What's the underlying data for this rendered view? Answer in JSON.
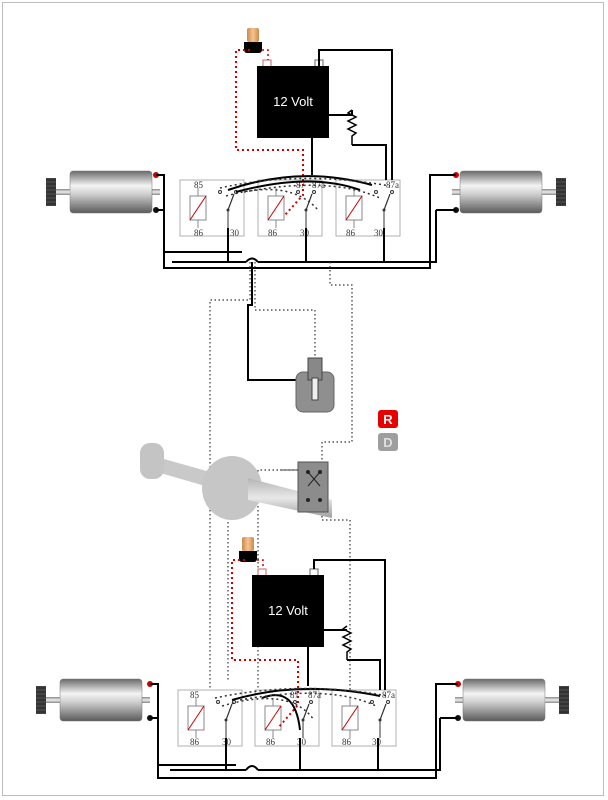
{
  "battery_label": "12 Volt",
  "terminal_labels": {
    "t85": "85",
    "t86": "86",
    "t87": "87",
    "t87a": "87a",
    "t30": "30"
  },
  "gear_indicator": {
    "reverse_letter": "R",
    "drive_letter": "D",
    "active": "R",
    "active_color": "#e60000",
    "inactive_color": "#9e9e9e"
  },
  "wire_colors": {
    "main": "#000000",
    "positive_dotted": "#d00000",
    "control_dotted": "#333333"
  }
}
